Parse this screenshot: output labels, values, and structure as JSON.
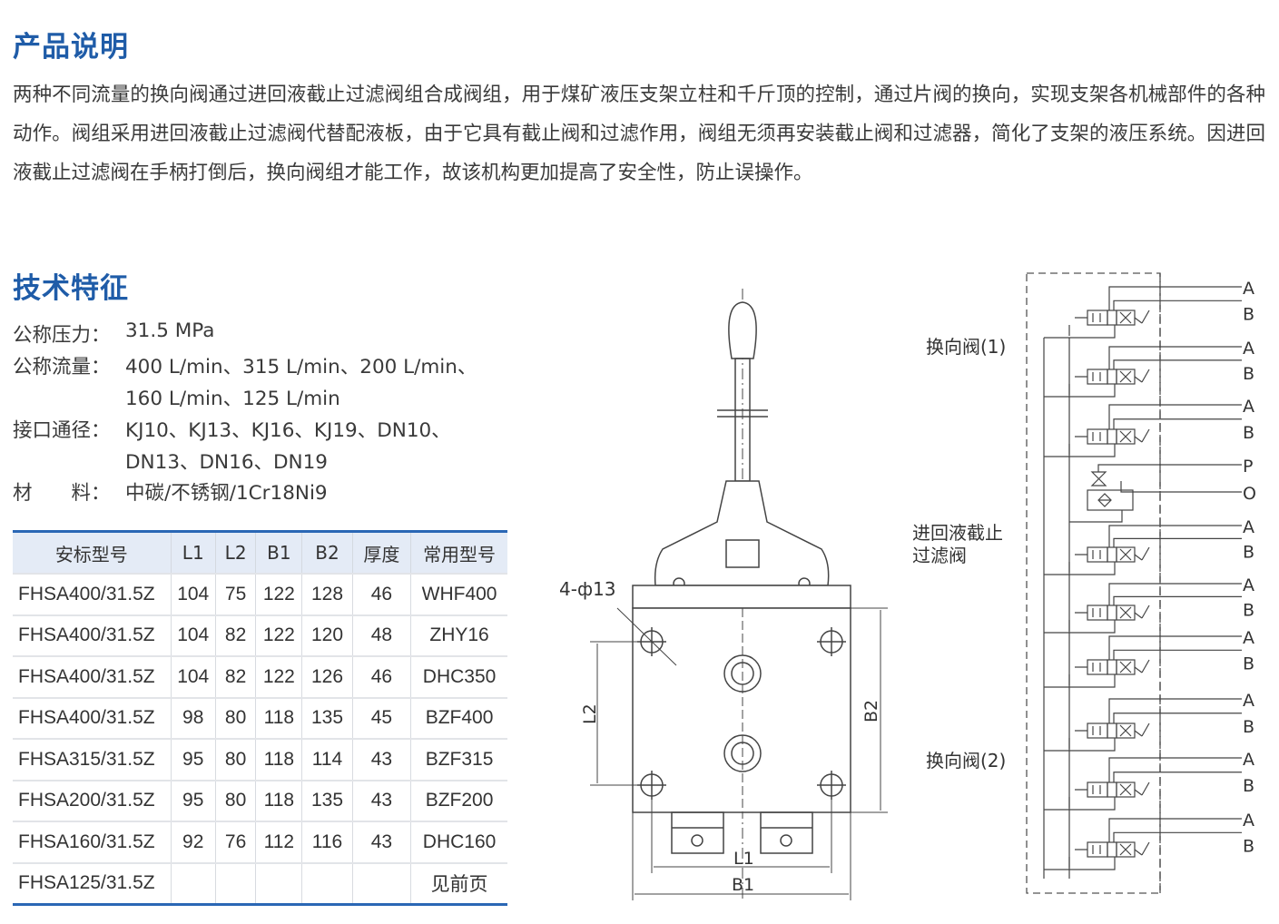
{
  "product_description": {
    "title": "产品说明",
    "text": "两种不同流量的换向阀通过进回液截止过滤阀组合成阀组，用于煤矿液压支架立柱和千斤顶的控制，通过片阀的换向，实现支架各机械部件的各种动作。阀组采用进回液截止过滤阀代替配液板，由于它具有截止阀和过滤作用，阀组无须再安装截止阀和过滤器，简化了支架的液压系统。因进回液截止过滤阀在手柄打倒后，换向阀组才能工作，故该机构更加提高了安全性，防止误操作。"
  },
  "technical_features": {
    "title": "技术特征",
    "specs": [
      {
        "label": "公称压力：",
        "value": "31.5 MPa"
      },
      {
        "label": "公称流量：",
        "value": "400 L/min、315 L/min、200 L/min、"
      },
      {
        "label": "",
        "value": "160 L/min、125 L/min"
      },
      {
        "label": "接口通径：",
        "value": "KJ10、KJ13、KJ16、KJ19、DN10、"
      },
      {
        "label": "",
        "value": "DN13、DN16、DN19"
      },
      {
        "label": "材　　料：",
        "value": "中碳/不锈钢/1Cr18Ni9"
      }
    ]
  },
  "table": {
    "headers": [
      "安标型号",
      "L1",
      "L2",
      "B1",
      "B2",
      "厚度",
      "常用型号"
    ],
    "rows": [
      [
        "FHSA400/31.5Z",
        "104",
        "75",
        "122",
        "128",
        "46",
        "WHF400"
      ],
      [
        "FHSA400/31.5Z",
        "104",
        "82",
        "122",
        "120",
        "48",
        "ZHY16"
      ],
      [
        "FHSA400/31.5Z",
        "104",
        "82",
        "122",
        "126",
        "46",
        "DHC350"
      ],
      [
        "FHSA400/31.5Z",
        "98",
        "80",
        "118",
        "135",
        "45",
        "BZF400"
      ],
      [
        "FHSA315/31.5Z",
        "95",
        "80",
        "118",
        "114",
        "43",
        "BZF315"
      ],
      [
        "FHSA200/31.5Z",
        "95",
        "80",
        "118",
        "135",
        "43",
        "BZF200"
      ],
      [
        "FHSA160/31.5Z",
        "92",
        "76",
        "112",
        "116",
        "43",
        "DHC160"
      ],
      [
        "FHSA125/31.5Z",
        "",
        "",
        "",
        "",
        "",
        "见前页"
      ]
    ]
  },
  "drawing": {
    "hole_label": "4-ф13",
    "dim_l1": "L1",
    "dim_l2": "L2",
    "dim_b1": "B1",
    "dim_b2": "B2"
  },
  "schematic": {
    "label_valve1": "换向阀(1)",
    "label_filter_1": "进回液截止",
    "label_filter_2": "过滤阀",
    "label_valve2": "换向阀(2)",
    "port_a": "A",
    "port_b": "B",
    "port_p": "P",
    "port_o": "O"
  },
  "colors": {
    "accent": "#1f5ca8",
    "table_border": "#2a67b5",
    "header_bg": "#e4ebf6"
  }
}
